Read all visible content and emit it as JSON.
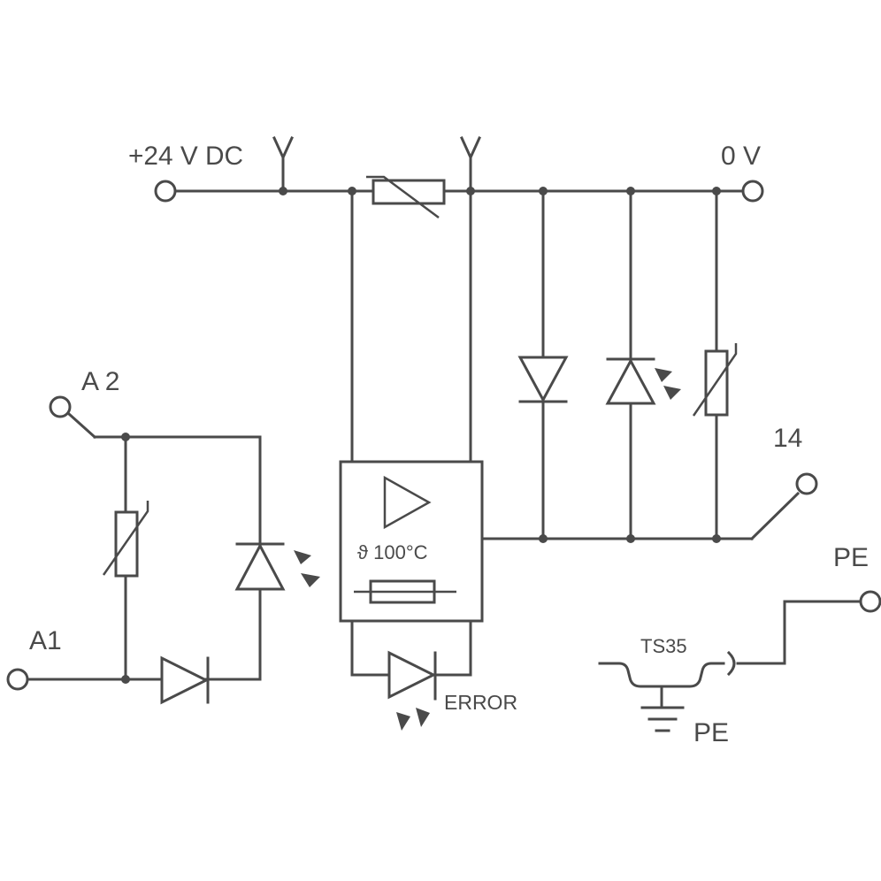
{
  "labels": {
    "supply_plus": "+24 V DC",
    "supply_zero": "0 V",
    "a2": "A 2",
    "a1": "A1",
    "out14": "14",
    "pe_terminal": "PE",
    "ts35": "TS35",
    "pe_ground": "PE",
    "thermal_fuse": "ϑ 100°C",
    "error": "ERROR"
  }
}
